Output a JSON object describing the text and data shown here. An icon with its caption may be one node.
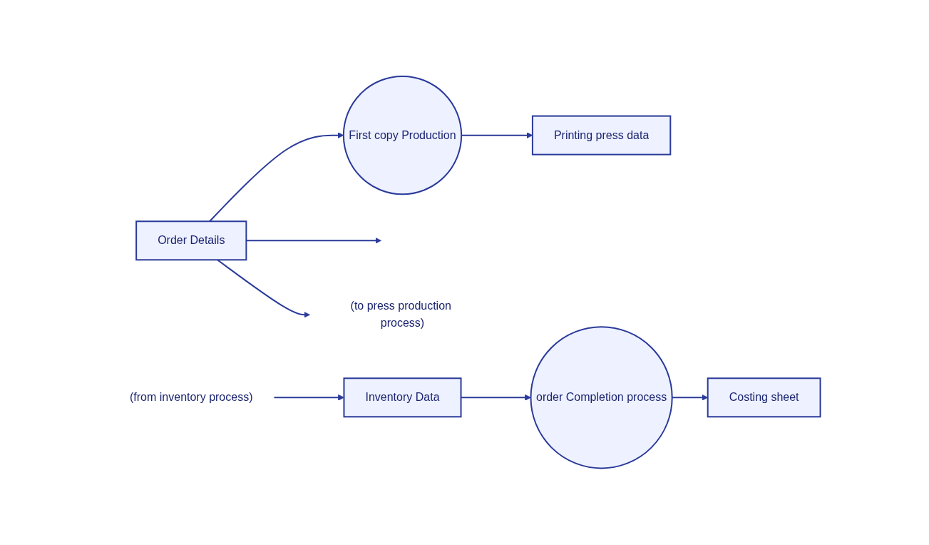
{
  "diagram": {
    "nodes": [
      {
        "text": [
          "First copy Production"
        ]
      },
      {
        "text": [
          "Order Details"
        ]
      },
      {
        "text": [
          "(to press production process)"
        ]
      },
      {
        "text": [
          "Printing press data"
        ]
      },
      {
        "text": [
          "order Completion process"
        ]
      },
      {
        "text": [
          "Costing sheet"
        ]
      },
      {
        "text": [
          "Inventory Data"
        ]
      },
      {
        "text": [
          "(from inventory process)"
        ]
      }
    ],
    "edges": [
      {
        "from": 1,
        "to": 0,
        "arrow": "to"
      },
      {
        "from": 1,
        "to": null,
        "arrow": "to"
      },
      {
        "from": 1,
        "to": 2,
        "arrow": "to"
      },
      {
        "from": 0,
        "to": 3,
        "arrow": "to"
      },
      {
        "from": 4,
        "to": 5,
        "arrow": "to"
      },
      {
        "from": 6,
        "to": 4,
        "arrow": "to"
      },
      {
        "from": 7,
        "to": 6,
        "arrow": "to"
      }
    ]
  }
}
